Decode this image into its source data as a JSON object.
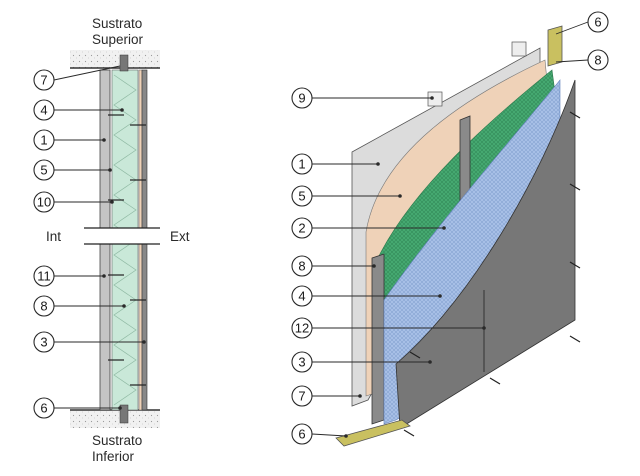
{
  "section": {
    "top_label_1": "Sustrato",
    "top_label_2": "Superior",
    "bottom_label_1": "Sustrato",
    "bottom_label_2": "Inferior",
    "interior_label": "Int",
    "exterior_label": "Ext",
    "callouts": [
      "7",
      "4",
      "1",
      "5",
      "10",
      "11",
      "8",
      "3",
      "6"
    ]
  },
  "isometric": {
    "callouts": [
      "6",
      "8",
      "9",
      "1",
      "5",
      "2",
      "8",
      "4",
      "12",
      "3",
      "7",
      "6"
    ]
  },
  "colors": {
    "gypsum_board": "#dcdcdc",
    "fiber_sheet": "#efd2b8",
    "mesh_green": "#45a870",
    "mesh_blue": "#a7bfe6",
    "cement_board": "#777777",
    "insulation": "#c9e8d8",
    "steel_track": "#c9c060",
    "line": "#2a2a2a"
  }
}
